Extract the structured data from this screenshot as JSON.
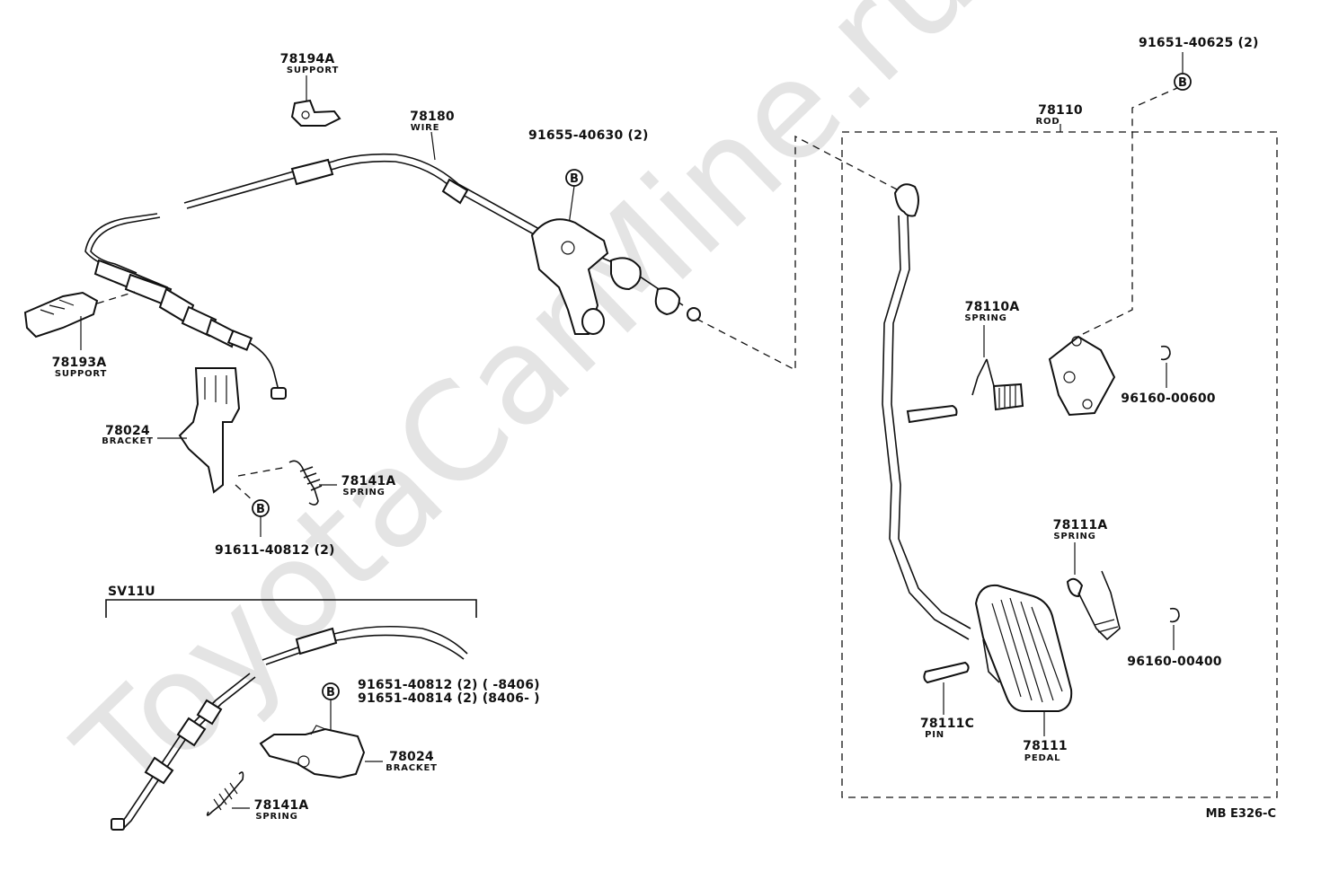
{
  "watermark": "ToyotaCarMine.ru",
  "diagram_ref": "MB E326-C",
  "group_label": "SV11U",
  "bolt_symbol": "B",
  "parts": {
    "p78194a": {
      "number": "78194A",
      "name": "SUPPORT"
    },
    "p78180": {
      "number": "78180",
      "name": "WIRE"
    },
    "p78193a": {
      "number": "78193A",
      "name": "SUPPORT"
    },
    "p78024": {
      "number": "78024",
      "name": "BRACKET"
    },
    "p78141a": {
      "number": "78141A",
      "name": "SPRING"
    },
    "p78110": {
      "number": "78110",
      "name": "ROD"
    },
    "p78110a": {
      "number": "78110A",
      "name": "SPRING"
    },
    "p78111a": {
      "number": "78111A",
      "name": "SPRING"
    },
    "p78111c": {
      "number": "78111C",
      "name": "PIN"
    },
    "p78111": {
      "number": "78111",
      "name": "PEDAL"
    },
    "p78024b": {
      "number": "78024",
      "name": "BRACKET"
    },
    "p78141ab": {
      "number": "78141A",
      "name": "SPRING"
    }
  },
  "bolts": {
    "b1": "91655-40630 (2)",
    "b2": "91611-40812 (2)",
    "b3": "91651-40625 (2)",
    "b4a": "91651-40812 (2) (       -8406)",
    "b4b": "91651-40814 (2) (8406-       )"
  },
  "clips": {
    "c1": "96160-00600",
    "c2": "96160-00400"
  }
}
